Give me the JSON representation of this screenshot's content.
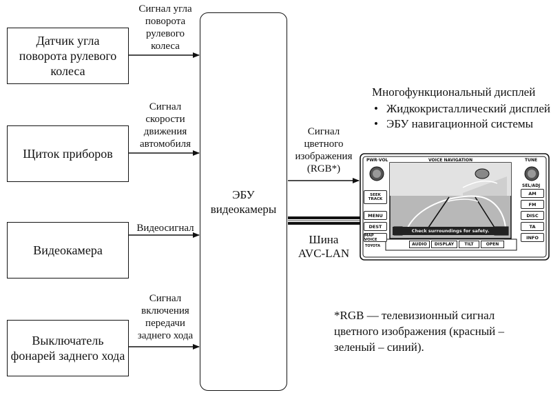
{
  "inputs": [
    {
      "box": "Датчик угла\nповорота рулевого\nколеса",
      "signal": "Сигнал угла\nповорота\nрулевого\nколеса"
    },
    {
      "box": "Щиток приборов",
      "signal": "Сигнал\nскорости\nдвижения\nавтомобиля"
    },
    {
      "box": "Видеокамера",
      "signal": "Видеосигнал"
    },
    {
      "box": "Выключатель\nфонарей заднего хода",
      "signal": "Сигнал\nвключения\nпередачи\nзаднего хода"
    }
  ],
  "ecu": {
    "label": "ЭБУ\nвидеокамеры"
  },
  "rgb_signal": "Сигнал\nцветного\nизображения\n(RGB*)",
  "bus": "Шина\nAVC-LAN",
  "display": {
    "title": "Многофункциональный дисплей",
    "items": [
      "Жидкокристаллический дисплей",
      "ЭБУ навигационной системы"
    ],
    "unit": {
      "top_left": "PWR·VOL",
      "top_center": "VOICE NAVIGATION",
      "top_right": "TUNE",
      "right_label": "SEL/ADJ",
      "left_buttons": [
        "SEEK TRACK",
        "MENU",
        "DEST",
        "MAP VOICE"
      ],
      "brand": "TOYOTA",
      "right_buttons": [
        "AM",
        "FM",
        "DISC",
        "TA",
        "INFO"
      ],
      "bottom_buttons": [
        "AUDIO",
        "DISPLAY",
        "TILT",
        "OPEN"
      ],
      "screen_text": "Check surroundings for safety."
    }
  },
  "footnote": "*RGB — телевизионный сигнал цветного изображения (красный – зеленый – синий)."
}
